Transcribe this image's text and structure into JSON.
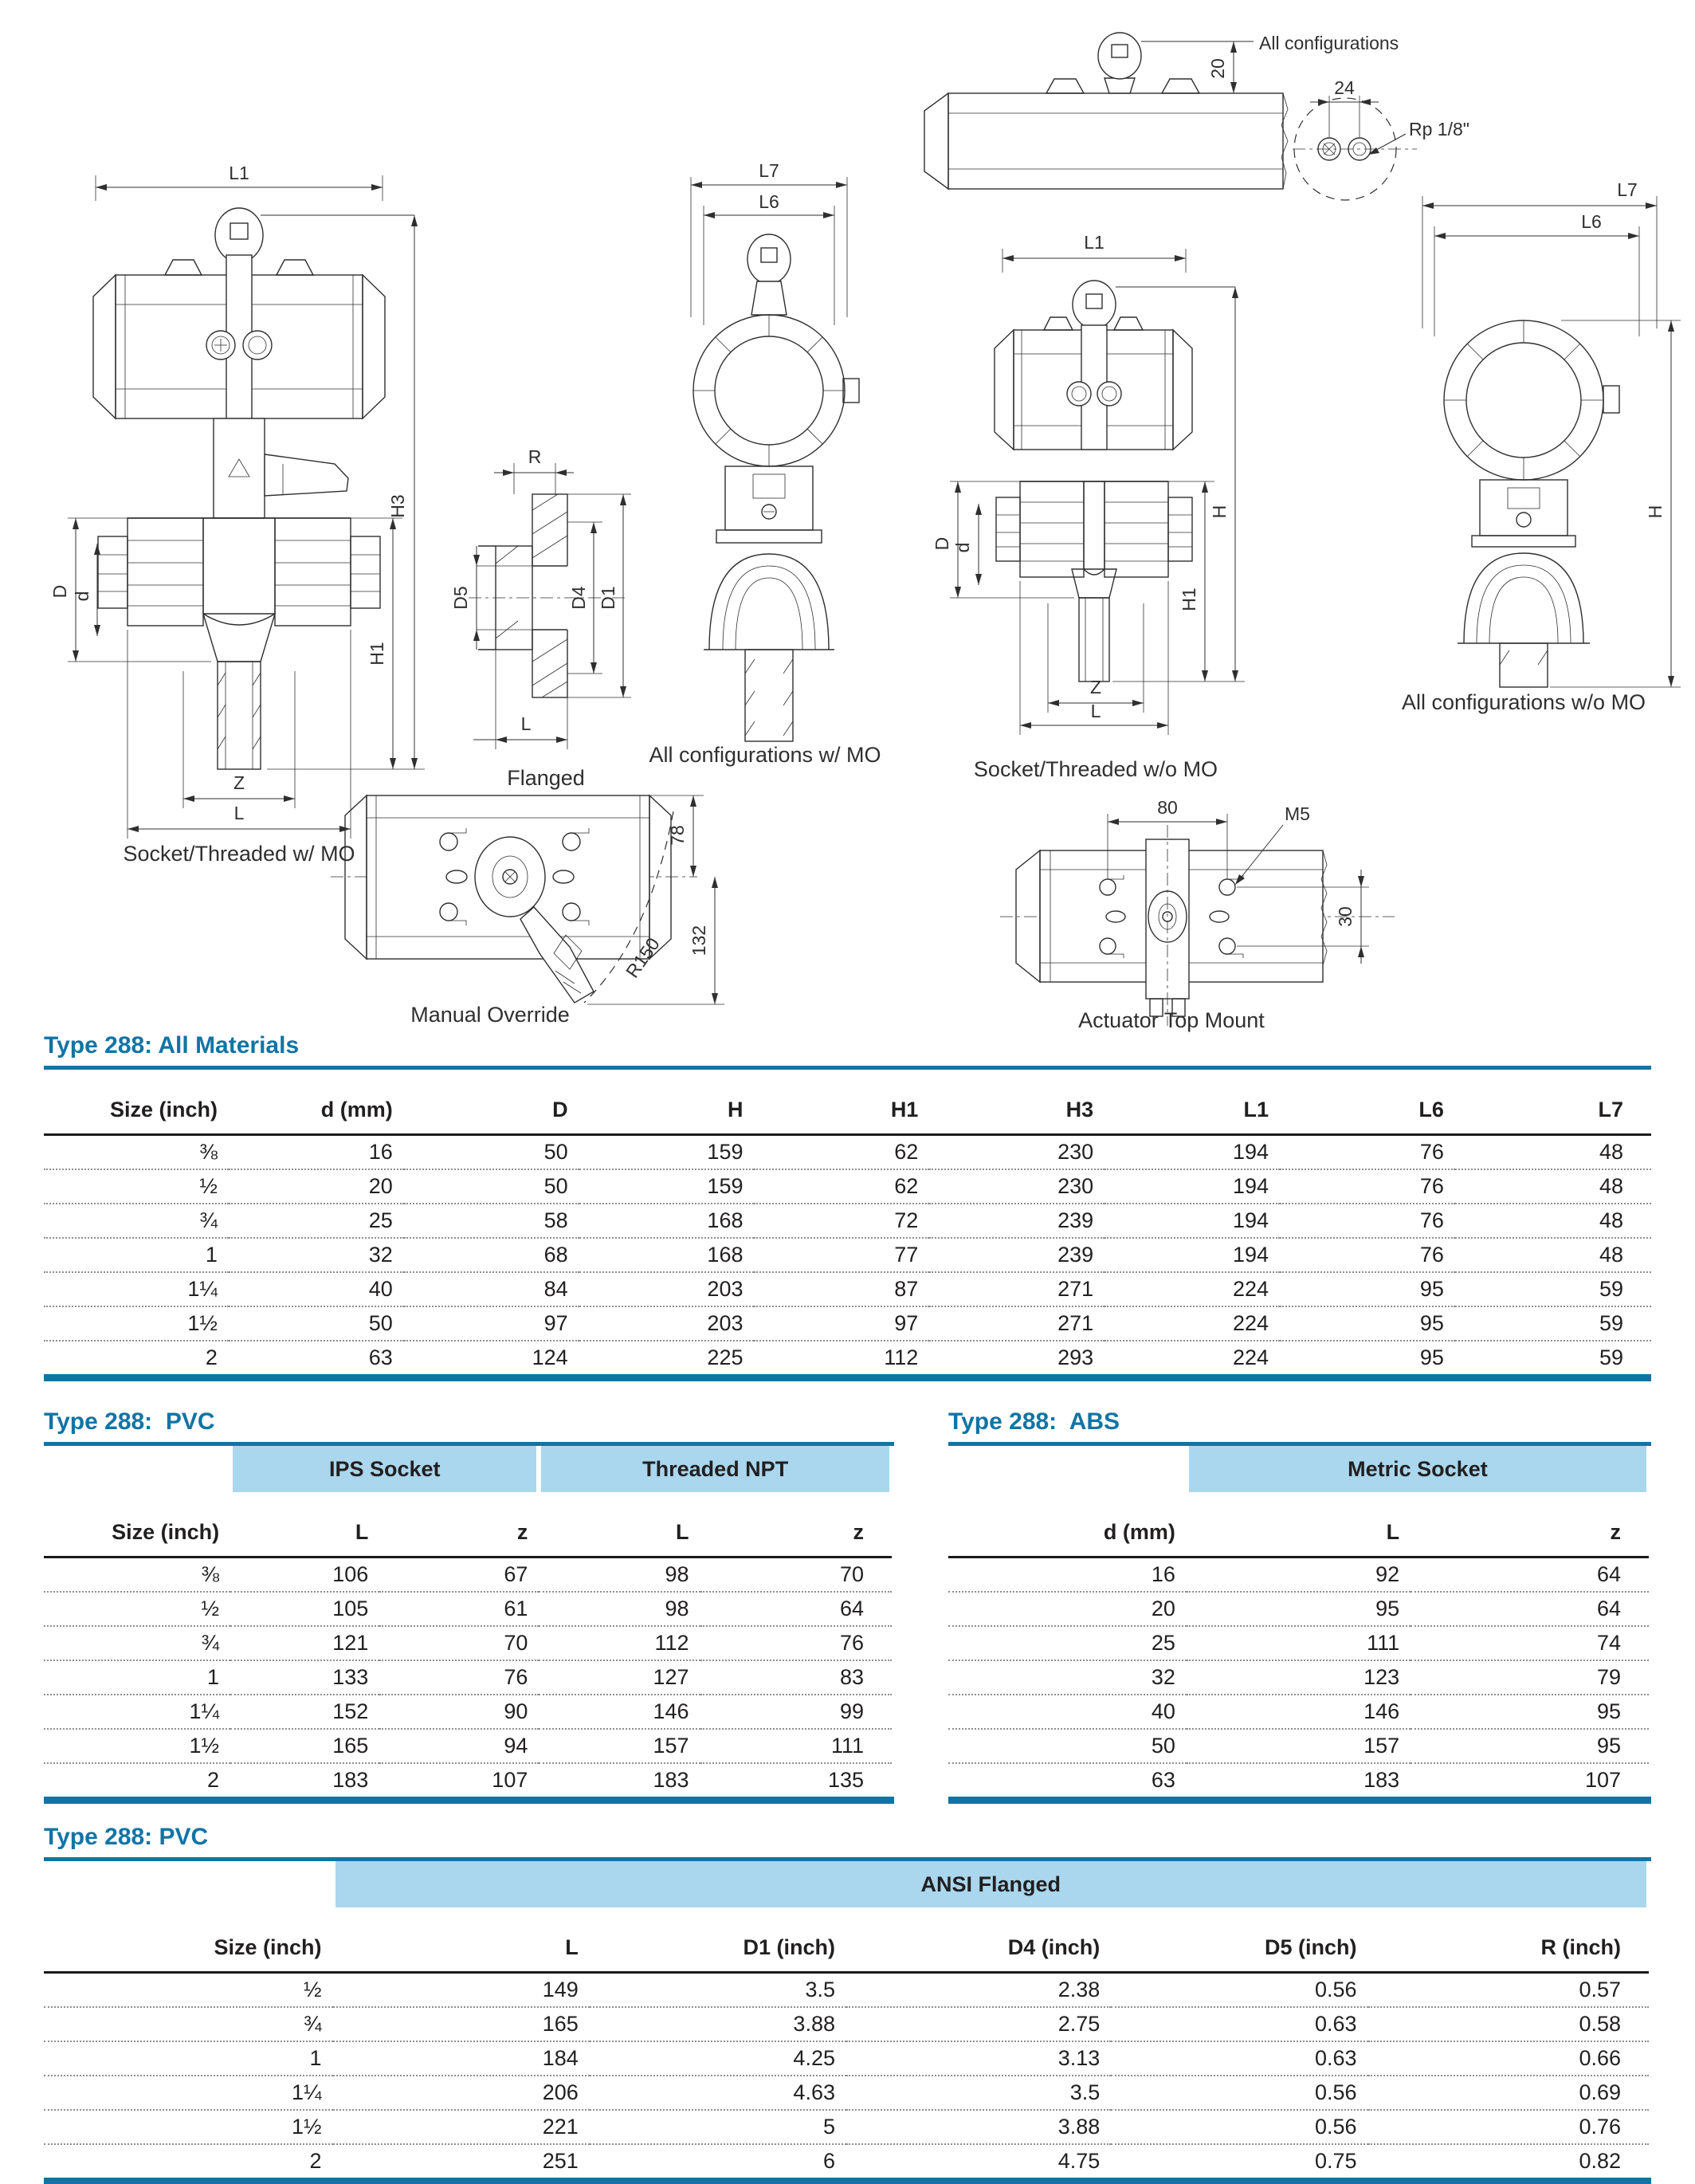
{
  "colors": {
    "accent_blue": "#1174a5",
    "band_blue": "#aad6ee"
  },
  "drawings": {
    "front_mo": {
      "caption": "Socket/Threaded w/ MO",
      "dims": {
        "l1": "L1",
        "h3": "H3",
        "d_outer": "D",
        "d_inner": "d",
        "h1": "H1",
        "z": "Z",
        "l": "L"
      }
    },
    "flanged": {
      "caption": "Flanged",
      "dims": {
        "r": "R",
        "d1": "D1",
        "d4": "D4",
        "d5": "D5",
        "l": "L"
      }
    },
    "side_mo": {
      "caption": "All configurations w/ MO",
      "dims": {
        "l7": "L7",
        "l6": "L6"
      }
    },
    "top_config": {
      "caption": "All configurations",
      "dims": {
        "h20": "20",
        "w24": "24",
        "rp": "Rp 1/8\""
      }
    },
    "front_womo": {
      "caption": "Socket/Threaded w/o MO",
      "dims": {
        "l1": "L1",
        "h": "H",
        "d_outer": "D",
        "d_inner": "d",
        "h1": "H1",
        "z": "Z",
        "l": "L"
      }
    },
    "side_womo": {
      "caption": "All configurations w/o MO",
      "dims": {
        "l7": "L7",
        "l6": "L6",
        "h": "H"
      }
    },
    "manual_override": {
      "caption": "Manual Override",
      "dims": {
        "d78": "78",
        "d132": "132",
        "r150": "R150"
      }
    },
    "top_mount": {
      "caption": "Actuator Top Mount",
      "dims": {
        "d80": "80",
        "m5": "M5",
        "d30": "30"
      }
    }
  },
  "tables": {
    "all_materials": {
      "title": "Type 288: All Materials",
      "columns": [
        "Size (inch)",
        "d (mm)",
        "D",
        "H",
        "H1",
        "H3",
        "L1",
        "L6",
        "L7"
      ],
      "rows": [
        [
          "⅜",
          "16",
          "50",
          "159",
          "62",
          "230",
          "194",
          "76",
          "48"
        ],
        [
          "½",
          "20",
          "50",
          "159",
          "62",
          "230",
          "194",
          "76",
          "48"
        ],
        [
          "¾",
          "25",
          "58",
          "168",
          "72",
          "239",
          "194",
          "76",
          "48"
        ],
        [
          "1",
          "32",
          "68",
          "168",
          "77",
          "239",
          "194",
          "76",
          "48"
        ],
        [
          "1¼",
          "40",
          "84",
          "203",
          "87",
          "271",
          "224",
          "95",
          "59"
        ],
        [
          "1½",
          "50",
          "97",
          "203",
          "97",
          "271",
          "224",
          "95",
          "59"
        ],
        [
          "2",
          "63",
          "124",
          "225",
          "112",
          "293",
          "224",
          "95",
          "59"
        ]
      ]
    },
    "pvc_socket": {
      "title": "Type 288:  PVC",
      "groups": [
        "IPS Socket",
        "Threaded NPT"
      ],
      "columns": [
        "Size (inch)",
        "L",
        "z",
        "L",
        "z"
      ],
      "rows": [
        [
          "⅜",
          "106",
          "67",
          "98",
          "70"
        ],
        [
          "½",
          "105",
          "61",
          "98",
          "64"
        ],
        [
          "¾",
          "121",
          "70",
          "112",
          "76"
        ],
        [
          "1",
          "133",
          "76",
          "127",
          "83"
        ],
        [
          "1¼",
          "152",
          "90",
          "146",
          "99"
        ],
        [
          "1½",
          "165",
          "94",
          "157",
          "111"
        ],
        [
          "2",
          "183",
          "107",
          "183",
          "135"
        ]
      ]
    },
    "abs": {
      "title": "Type 288:  ABS",
      "groups": [
        "Metric Socket"
      ],
      "columns": [
        "d (mm)",
        "L",
        "z"
      ],
      "rows": [
        [
          "16",
          "92",
          "64"
        ],
        [
          "20",
          "95",
          "64"
        ],
        [
          "25",
          "111",
          "74"
        ],
        [
          "32",
          "123",
          "79"
        ],
        [
          "40",
          "146",
          "95"
        ],
        [
          "50",
          "157",
          "95"
        ],
        [
          "63",
          "183",
          "107"
        ]
      ]
    },
    "pvc_flanged": {
      "title": "Type 288: PVC",
      "groups": [
        "ANSI Flanged"
      ],
      "columns": [
        "Size (inch)",
        "L",
        "D1 (inch)",
        "D4 (inch)",
        "D5 (inch)",
        "R (inch)"
      ],
      "rows": [
        [
          "½",
          "149",
          "3.5",
          "2.38",
          "0.56",
          "0.57"
        ],
        [
          "¾",
          "165",
          "3.88",
          "2.75",
          "0.63",
          "0.58"
        ],
        [
          "1",
          "184",
          "4.25",
          "3.13",
          "0.63",
          "0.66"
        ],
        [
          "1¼",
          "206",
          "4.63",
          "3.5",
          "0.56",
          "0.69"
        ],
        [
          "1½",
          "221",
          "5",
          "3.88",
          "0.56",
          "0.76"
        ],
        [
          "2",
          "251",
          "6",
          "4.75",
          "0.75",
          "0.82"
        ]
      ]
    }
  }
}
